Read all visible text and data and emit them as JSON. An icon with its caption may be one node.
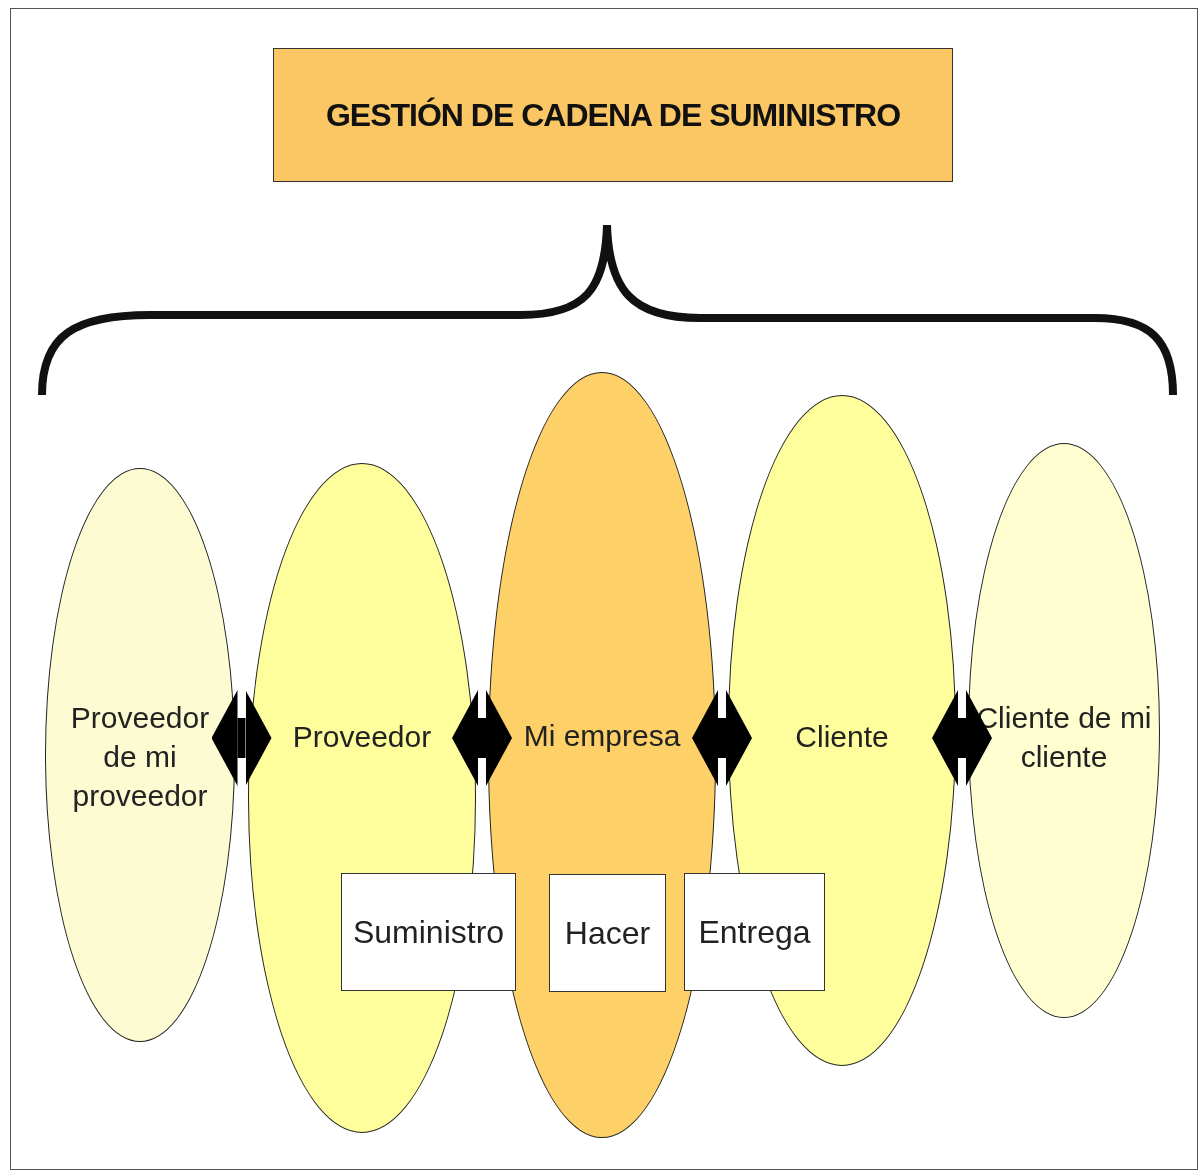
{
  "diagram": {
    "title": "GESTIÓN DE CADENA DE SUMINISTRO",
    "nodes": [
      {
        "text": [
          "Proveedor de mi proveedor"
        ]
      },
      {
        "text": [
          "Proveedor"
        ]
      },
      {
        "text": [
          "Mi empresa"
        ]
      },
      {
        "text": [
          "Cliente"
        ]
      },
      {
        "text": [
          "Cliente de mi cliente"
        ]
      },
      {
        "text": [
          "Suministro"
        ]
      },
      {
        "text": [
          "Hacer"
        ],
        "in": 2
      },
      {
        "text": [
          "Entrega"
        ]
      }
    ],
    "edges": [
      {
        "from": 0,
        "to": 1,
        "arrow": "both"
      },
      {
        "from": 1,
        "to": 2,
        "arrow": "both"
      },
      {
        "from": 2,
        "to": 3,
        "arrow": "both"
      },
      {
        "from": 3,
        "to": 4,
        "arrow": "both"
      }
    ]
  }
}
